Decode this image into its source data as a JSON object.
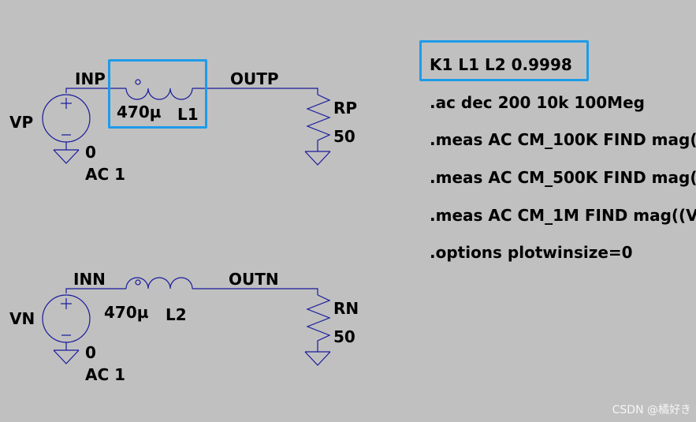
{
  "colors": {
    "background": "#c0c0c0",
    "wire": "#1a1a9c",
    "highlight": "#1e9be9"
  },
  "schematic": {
    "top": {
      "node_in": "INP",
      "node_out": "OUTP",
      "source_name": "VP",
      "source_node": "0",
      "source_value": "AC 1",
      "inductor_value": "470µ",
      "inductor_name": "L1",
      "resistor_name": "RP",
      "resistor_value": "50"
    },
    "bottom": {
      "node_in": "INN",
      "node_out": "OUTN",
      "source_name": "VN",
      "source_node": "0",
      "source_value": "AC 1",
      "inductor_value": "470µ",
      "inductor_name": "L2",
      "resistor_name": "RN",
      "resistor_value": "50"
    }
  },
  "directives": [
    "K1 L1 L2 0.9998",
    ".ac dec 200 10k 100Meg",
    ".meas AC CM_100K FIND mag(",
    ".meas AC CM_500K FIND mag(",
    ".meas AC CM_1M FIND mag((V",
    ".options plotwinsize=0"
  ],
  "watermark": "CSDN @橘好き"
}
